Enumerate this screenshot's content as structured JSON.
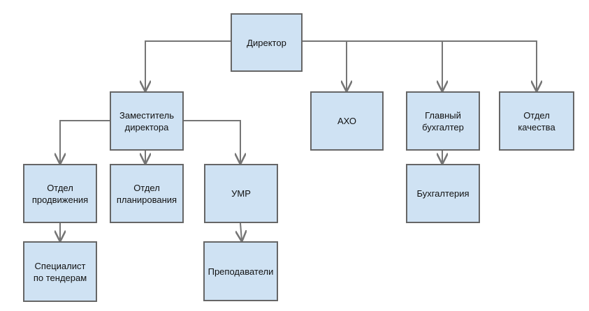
{
  "colors": {
    "box_fill": "#cfe2f3",
    "box_border": "#666666",
    "connector": "#757575",
    "text": "#111111"
  },
  "nodes": {
    "director": "Директор",
    "deputy": "Заместитель\nдиректора",
    "aho": "АХО",
    "chief_accountant": "Главный\nбухгалтер",
    "quality": "Отдел\nкачества",
    "promotion": "Отдел\nпродвижения",
    "planning": "Отдел\nпланирования",
    "umr": "УМР",
    "accounting": "Бухгалтерия",
    "tender_specialist": "Специалист\nпо тендерам",
    "teachers": "Преподаватели"
  }
}
